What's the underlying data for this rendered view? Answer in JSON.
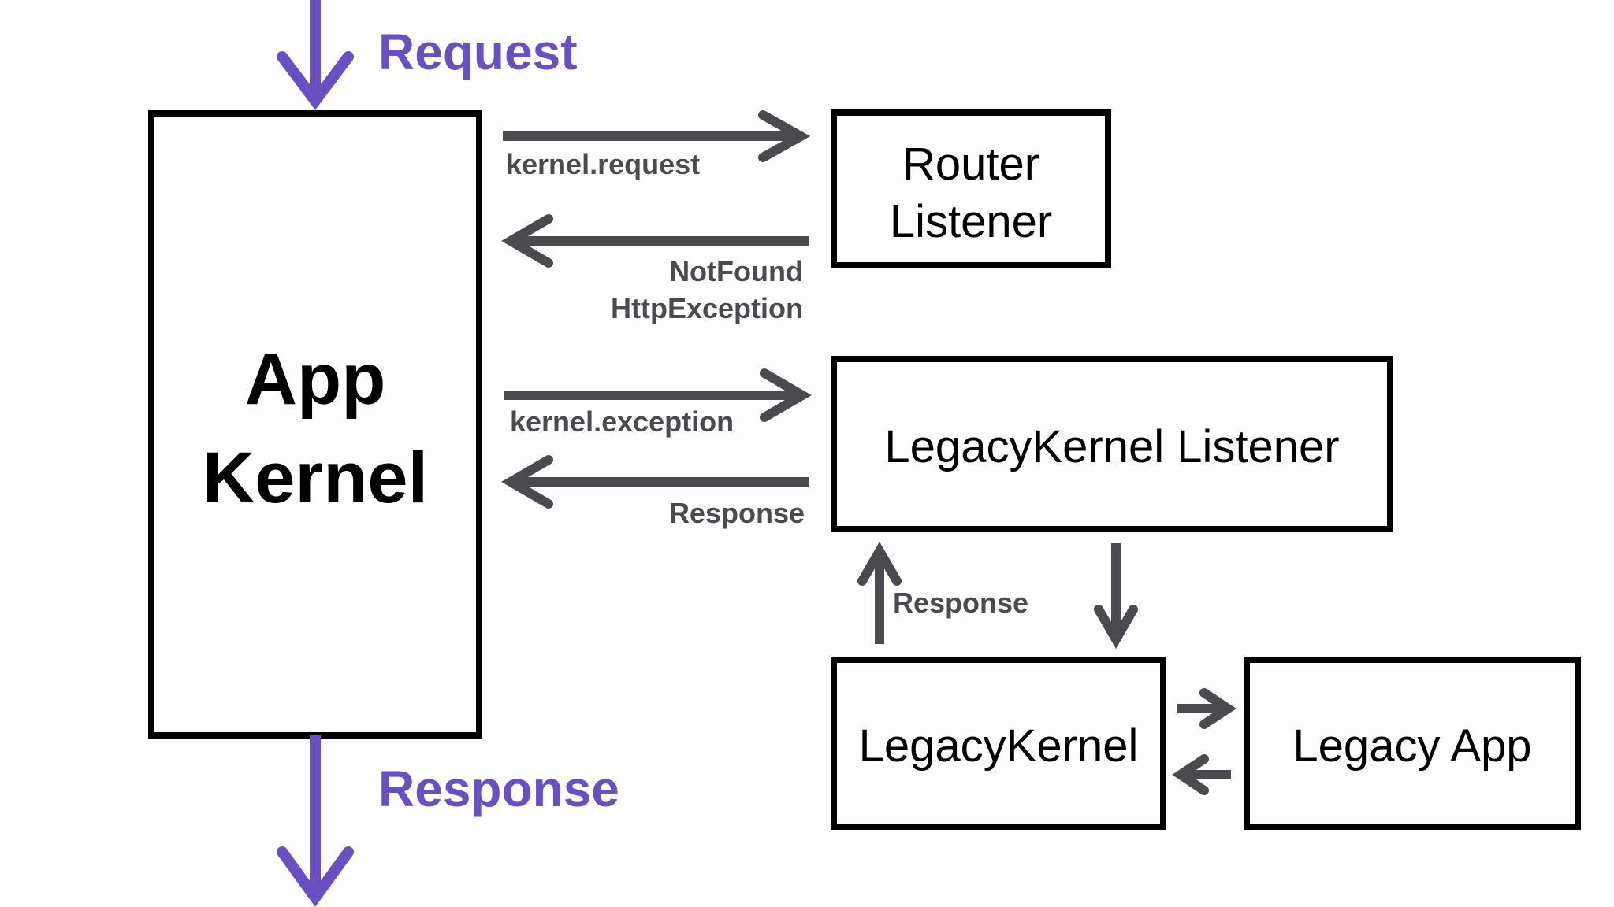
{
  "nodes": {
    "app_kernel": {
      "line1": "App",
      "line2": "Kernel"
    },
    "router_listener": {
      "line1": "Router",
      "line2": "Listener"
    },
    "legacy_kernel_listener": {
      "label": "LegacyKernel Listener"
    },
    "legacy_kernel": {
      "label": "LegacyKernel"
    },
    "legacy_app": {
      "label": "Legacy App"
    }
  },
  "edges": {
    "request_in": "Request",
    "response_out": "Response",
    "kernel_request": "kernel.request",
    "not_found_line1": "NotFound",
    "not_found_line2": "HttpException",
    "kernel_exception": "kernel.exception",
    "listener_response": "Response",
    "legacy_response": "Response"
  },
  "colors": {
    "flow": "#6a4fc3",
    "edge": "#4b4a4f",
    "box": "#000000"
  }
}
